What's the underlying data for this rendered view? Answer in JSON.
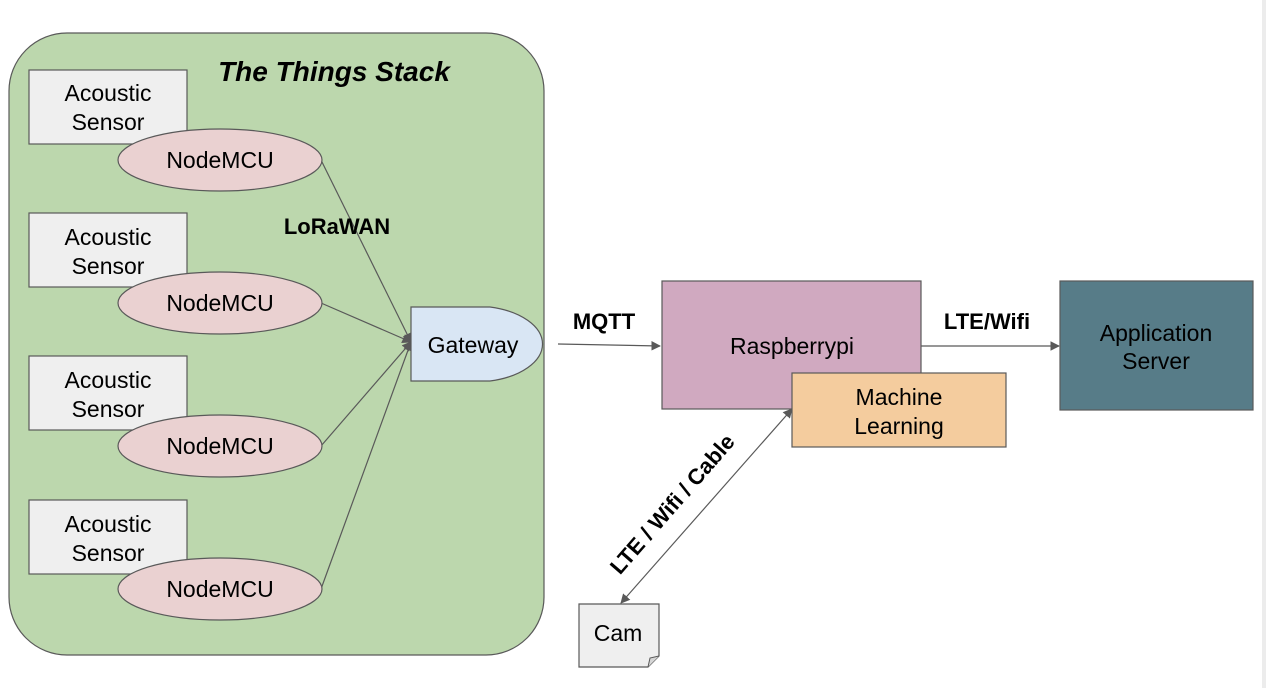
{
  "diagram": {
    "cluster_title": "The Things Stack",
    "sensor_label_line1": "Acoustic",
    "sensor_label_line2": "Sensor",
    "node_label": "NodeMCU",
    "gateway_label": "Gateway",
    "raspberry_label": "Raspberrypi",
    "ml_label_line1": "Machine",
    "ml_label_line2": "Learning",
    "app_label_line1": "Application",
    "app_label_line2": "Server",
    "cam_label": "Cam",
    "edge_lorawan": "LoRaWAN",
    "edge_mqtt": "MQTT",
    "edge_lte_wifi": "LTE/Wifi",
    "edge_cam": "LTE / Wifi / Cable"
  },
  "colors": {
    "cluster_fill": "#bcd7ad",
    "sensor_fill": "#efefef",
    "node_fill": "#ead1d1",
    "gateway_fill": "#d9e6f4",
    "raspberry_fill": "#d0a9c0",
    "ml_fill": "#f4cc9e",
    "app_fill": "#577c88",
    "cam_fill": "#efefef",
    "stroke": "#595959"
  }
}
